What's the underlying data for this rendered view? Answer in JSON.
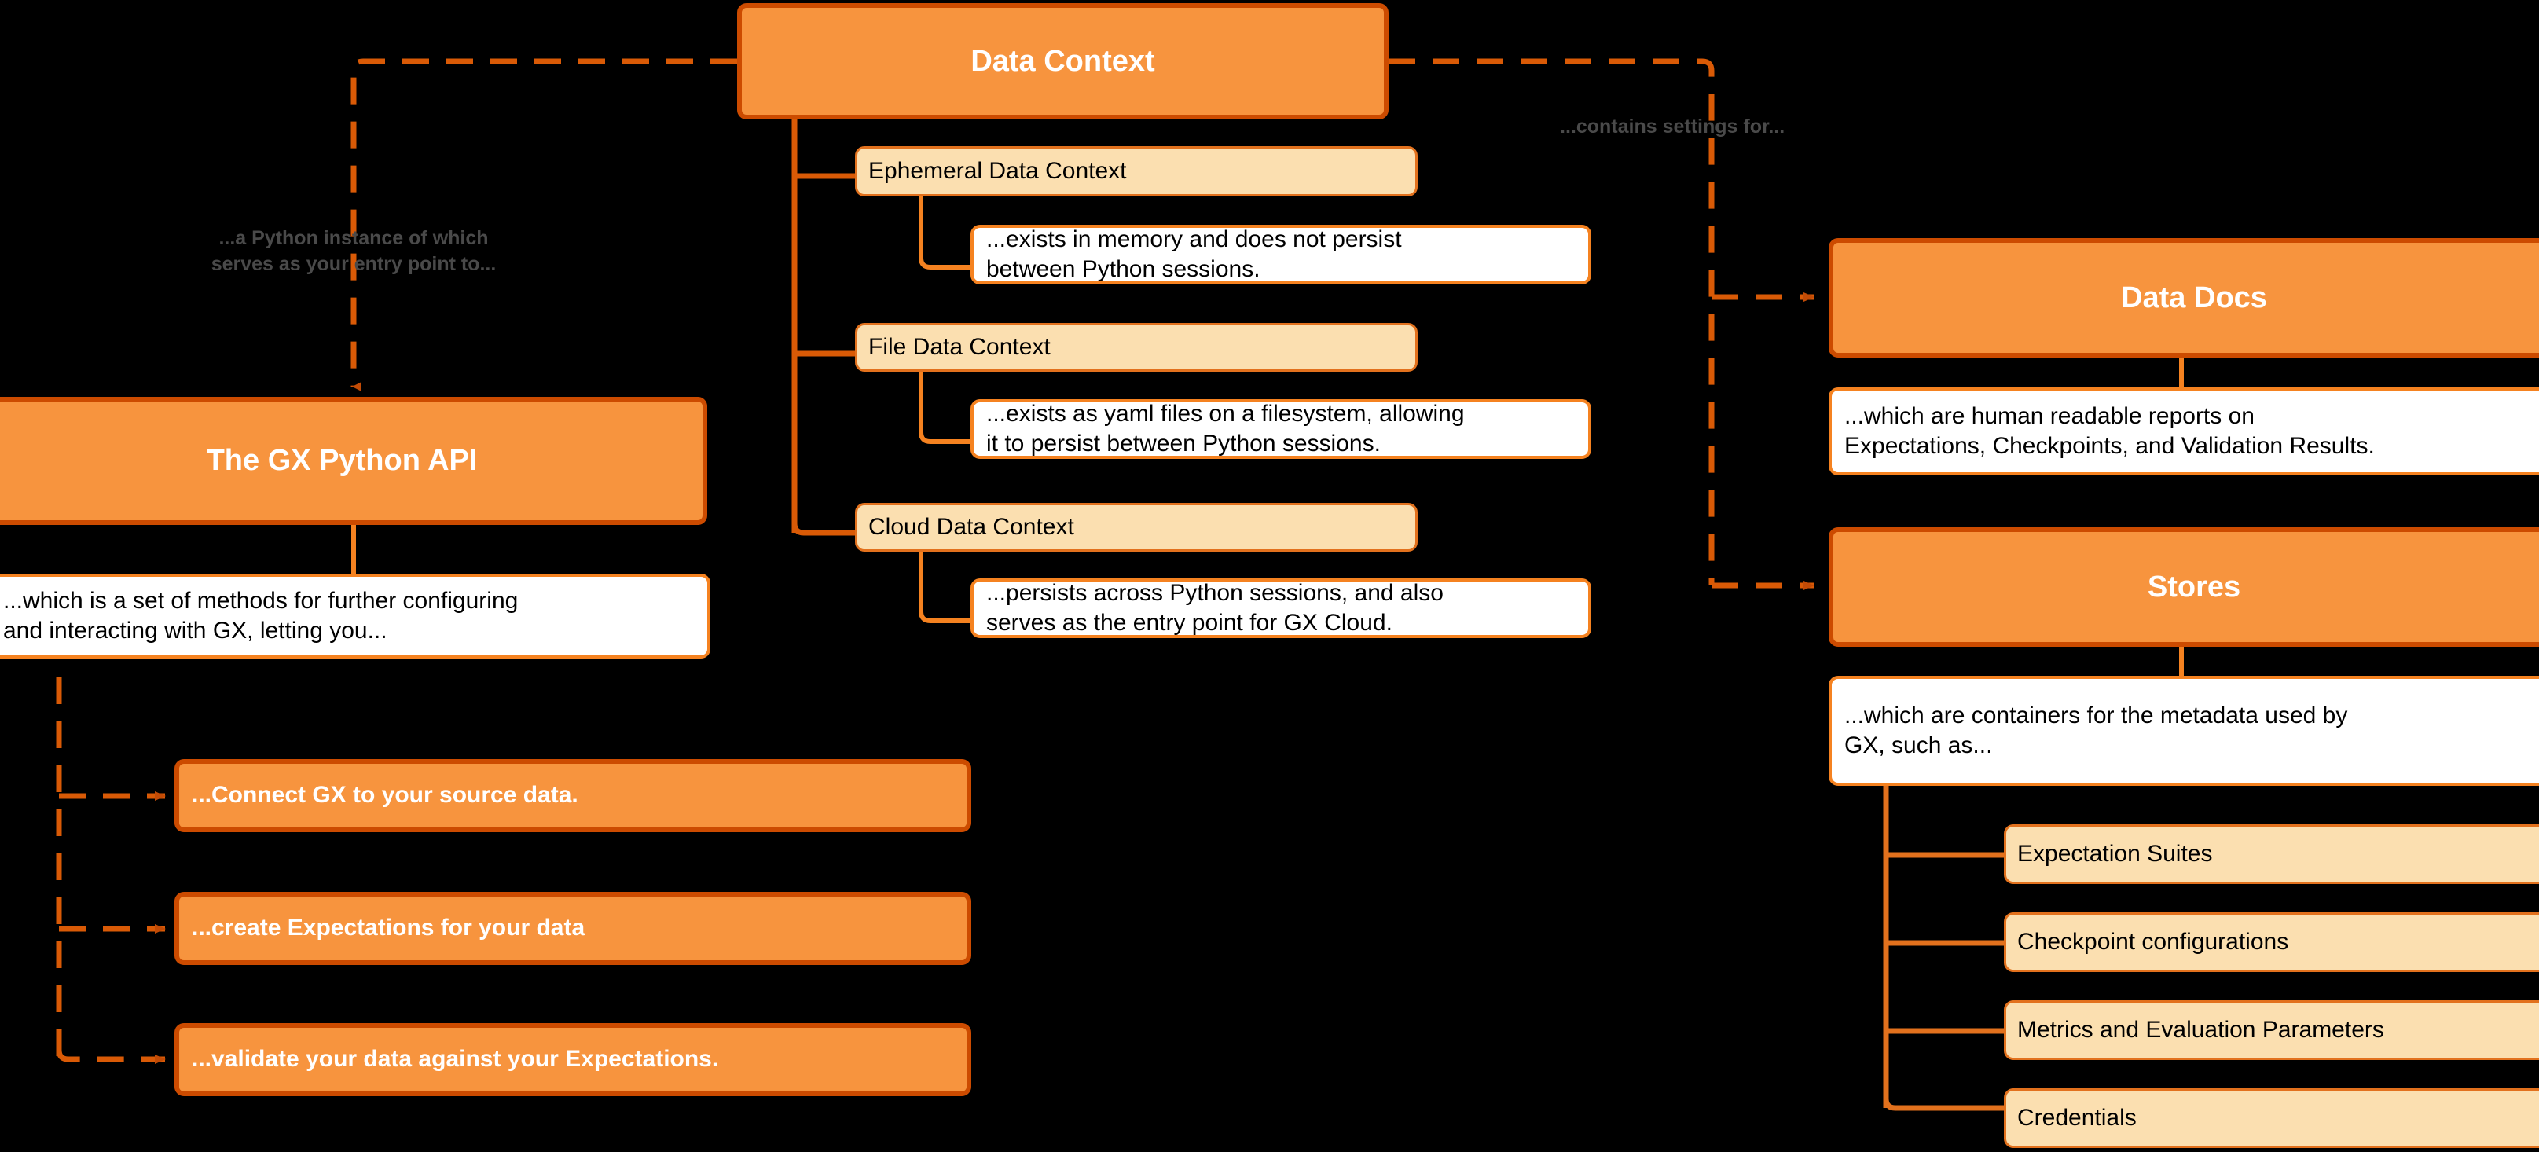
{
  "diagram": {
    "title": "Data Context",
    "background_color": "#000000",
    "colors": {
      "primary_fill": "#F7943E",
      "primary_border": "#CC4B00",
      "secondary_fill": "#FBDFB0",
      "secondary_border": "#E2711D",
      "note_fill": "#FFFFFF",
      "note_border": "#F58220",
      "primary_text": "#FFFFFF",
      "body_text": "#000000",
      "edge_label_text": "#4A4A4A",
      "edge_stroke": "#D95A06"
    },
    "root": {
      "label": "Data Context"
    },
    "edge_labels": {
      "to_python_api": "...a Python instance of which\nserves as your entry point to...",
      "contains_settings": "...contains settings for..."
    },
    "context_types": [
      {
        "name": "Ephemeral Data Context",
        "description": "...exists in memory and does not persist\nbetween Python sessions."
      },
      {
        "name": "File Data Context",
        "description": "...exists as yaml files on a filesystem, allowing\nit to persist between Python sessions."
      },
      {
        "name": "Cloud Data Context",
        "description": "...persists across Python sessions, and also\nserves as the entry point for GX Cloud."
      }
    ],
    "python_api": {
      "label": "The GX Python API",
      "description": "...which is a set of methods for further configuring\nand interacting with GX, letting you...",
      "actions": [
        "...Connect GX to your source data.",
        "...create Expectations for your data",
        "...validate your data against your Expectations."
      ]
    },
    "data_docs": {
      "label": "Data Docs",
      "description": "...which are human readable reports on\nExpectations, Checkpoints, and Validation Results."
    },
    "stores": {
      "label": "Stores",
      "description": "...which are containers for the metadata used by\nGX, such as...",
      "items": [
        "Expectation Suites",
        "Checkpoint configurations",
        "Metrics and Evaluation Parameters",
        "Credentials"
      ]
    }
  }
}
